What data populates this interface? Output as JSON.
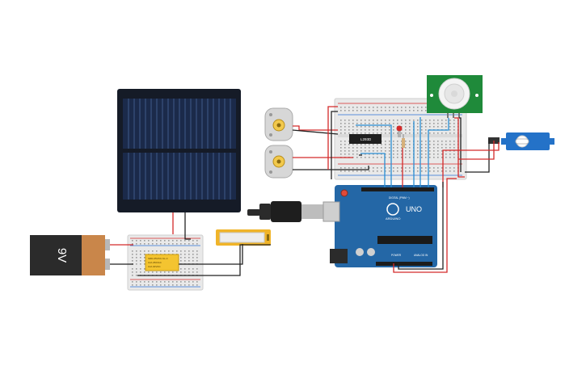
{
  "battery": {
    "label": "9V"
  },
  "relay": {
    "line1": "SRD-05VDC-SL-C",
    "line2": "10A 250VAC",
    "line3": "10A 30VDC"
  },
  "driver_chip": {
    "label": "L293D"
  },
  "arduino": {
    "brand": "ARDUINO",
    "model": "UNO",
    "digital_label": "DIGITAL (PWM ~)",
    "power_label": "POWER",
    "analog_label": "ANALOG IN"
  },
  "colors": {
    "breadboard": "#e9e9e9",
    "solar_panel": "#1b2a4a",
    "arduino_board": "#2467a6",
    "pir_board": "#1f8a3a",
    "servo": "#2472c8",
    "wire_red": "#d42a2a",
    "wire_black": "#222222",
    "wire_blue": "#2a8fd4"
  }
}
